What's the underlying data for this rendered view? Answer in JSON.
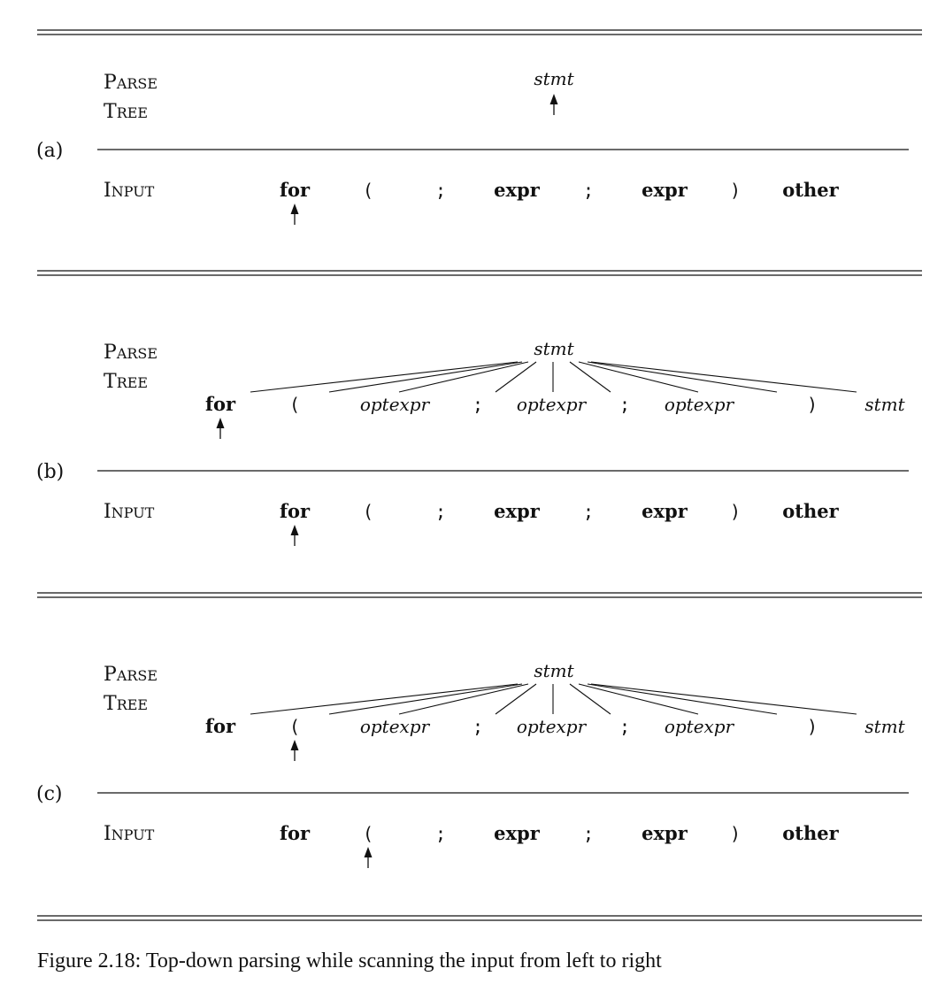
{
  "labels": {
    "parse_tree_line1": "Parse",
    "parse_tree_line2": "Tree",
    "input": "Input"
  },
  "panels": [
    {
      "id": "a",
      "label": "(a)",
      "tree_root": "stmt",
      "children": [],
      "tree_pointer": "root",
      "input_pointer": 0
    },
    {
      "id": "b",
      "label": "(b)",
      "tree_root": "stmt",
      "children": [
        {
          "text": "for",
          "style": "bold"
        },
        {
          "text": "(",
          "style": "mono"
        },
        {
          "text": "optexpr",
          "style": "ital"
        },
        {
          "text": ";",
          "style": "mono"
        },
        {
          "text": "optexpr",
          "style": "ital"
        },
        {
          "text": ";",
          "style": "mono"
        },
        {
          "text": "optexpr",
          "style": "ital"
        },
        {
          "text": ")",
          "style": "mono"
        },
        {
          "text": "stmt",
          "style": "ital"
        }
      ],
      "tree_pointer": 0,
      "input_pointer": 0
    },
    {
      "id": "c",
      "label": "(c)",
      "tree_root": "stmt",
      "children": [
        {
          "text": "for",
          "style": "bold"
        },
        {
          "text": "(",
          "style": "mono"
        },
        {
          "text": "optexpr",
          "style": "ital"
        },
        {
          "text": ";",
          "style": "mono"
        },
        {
          "text": "optexpr",
          "style": "ital"
        },
        {
          "text": ";",
          "style": "mono"
        },
        {
          "text": "optexpr",
          "style": "ital"
        },
        {
          "text": ")",
          "style": "mono"
        },
        {
          "text": "stmt",
          "style": "ital"
        }
      ],
      "tree_pointer": 1,
      "input_pointer": 1
    }
  ],
  "input_tokens": [
    {
      "text": "for",
      "style": "bold"
    },
    {
      "text": "(",
      "style": "mono"
    },
    {
      "text": ";",
      "style": "mono"
    },
    {
      "text": "expr",
      "style": "bold"
    },
    {
      "text": ";",
      "style": "mono"
    },
    {
      "text": "expr",
      "style": "bold"
    },
    {
      "text": ")",
      "style": "mono"
    },
    {
      "text": "other",
      "style": "bold"
    }
  ],
  "caption": "Figure 2.18: Top-down parsing while scanning the input from left to right"
}
